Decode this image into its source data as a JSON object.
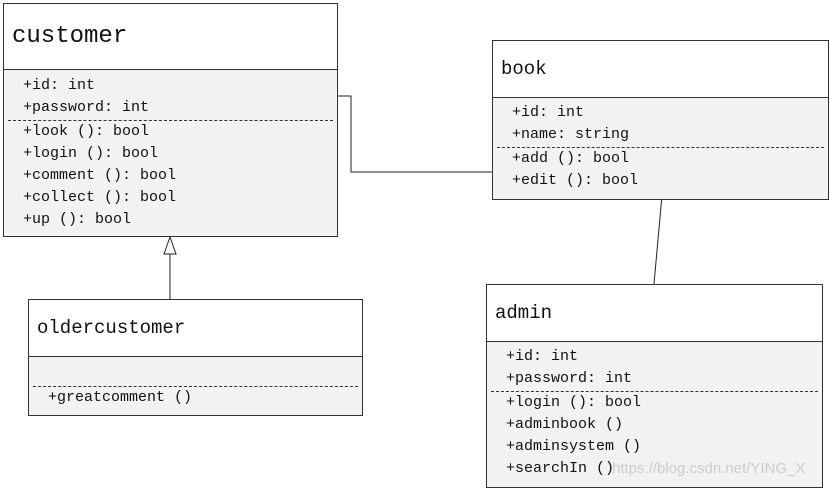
{
  "classes": {
    "customer": {
      "name": "customer",
      "attributes": [
        "+id: int",
        "+password: int"
      ],
      "methods": [
        "+look (): bool",
        "+login (): bool",
        "+comment (): bool",
        "+collect (): bool",
        "+up (): bool"
      ]
    },
    "book": {
      "name": "book",
      "attributes": [
        "+id: int",
        "+name: string"
      ],
      "methods": [
        "+add (): bool",
        "+edit (): bool"
      ]
    },
    "oldercustomer": {
      "name": "oldercustomer",
      "attributes": [],
      "methods": [
        "+greatcomment ()"
      ]
    },
    "admin": {
      "name": "admin",
      "attributes": [
        "+id: int",
        "+password: int"
      ],
      "methods": [
        "+login (): bool",
        "+adminbook ()",
        "+adminsystem ()",
        "+searchIn ()"
      ]
    }
  },
  "relations": [
    {
      "from": "customer",
      "to": "book",
      "type": "association"
    },
    {
      "from": "book",
      "to": "admin",
      "type": "association"
    },
    {
      "from": "oldercustomer",
      "to": "customer",
      "type": "generalization"
    }
  ],
  "watermark": "https://blog.csdn.net/YING_X"
}
